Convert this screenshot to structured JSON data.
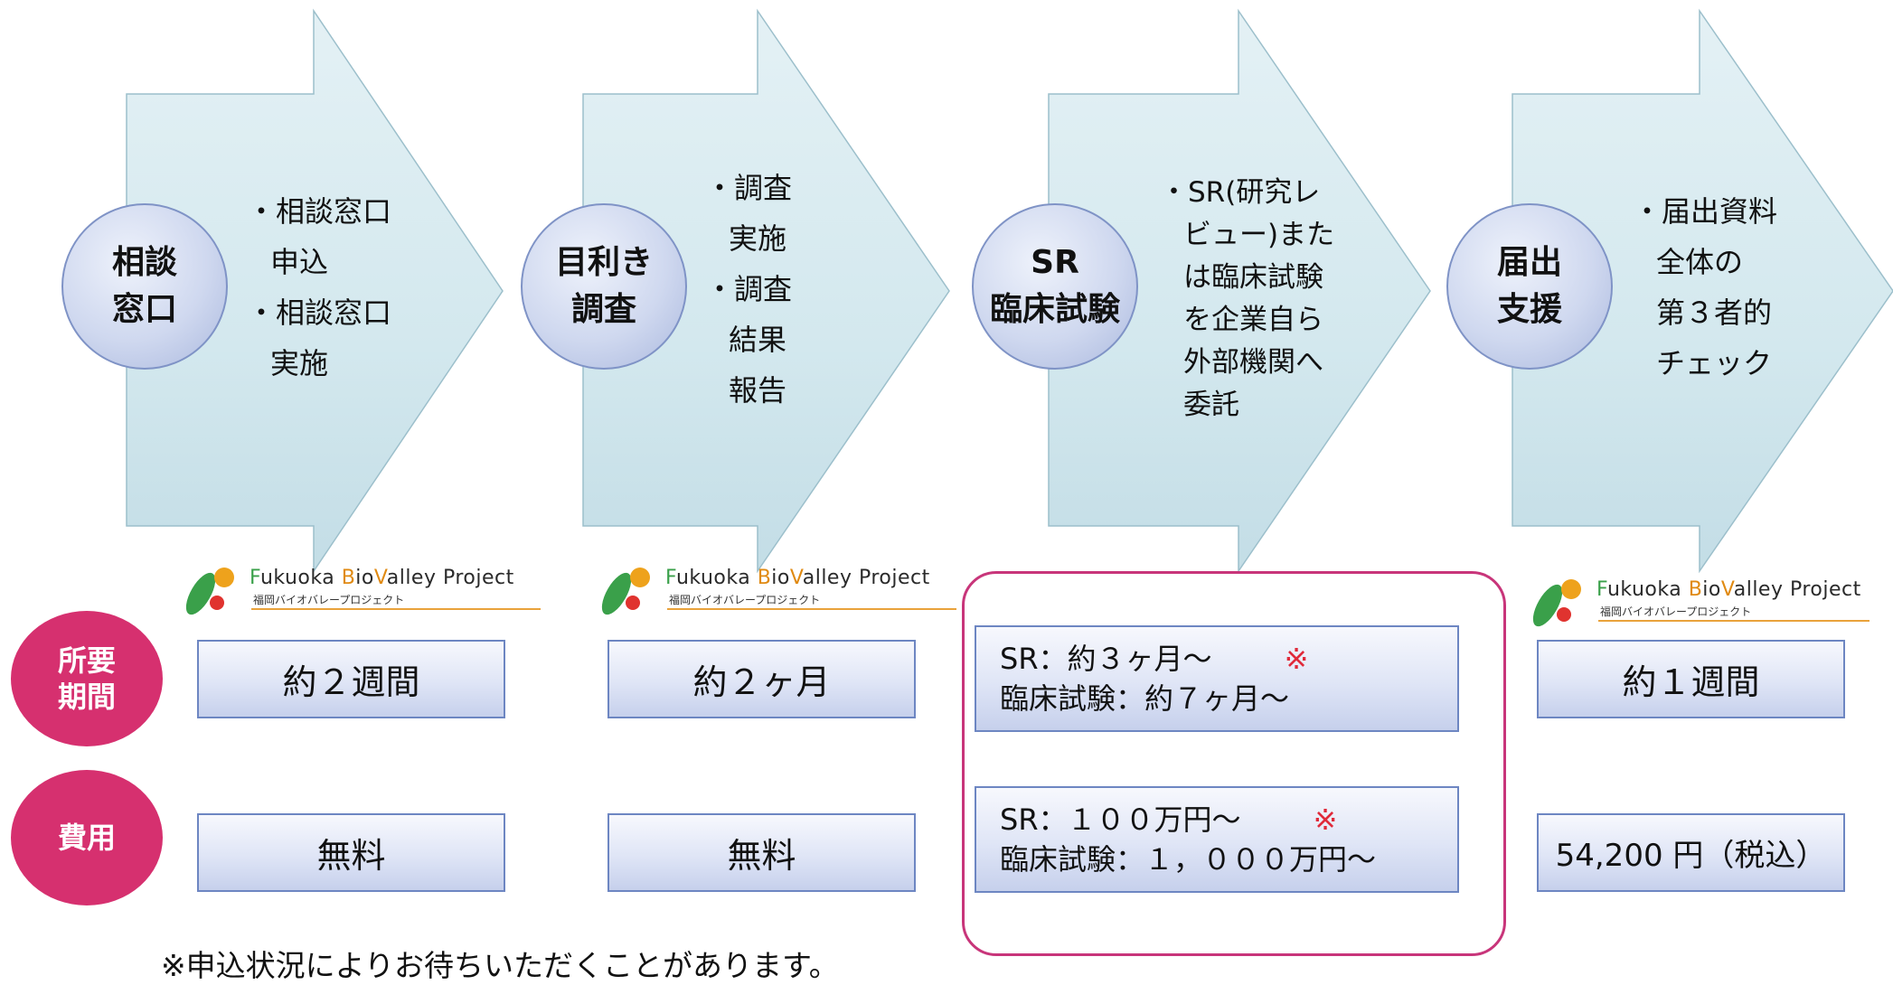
{
  "steps": [
    {
      "circle_lines": [
        "相談",
        "窓口"
      ],
      "bullets": [
        [
          "・相談窓口",
          "申込"
        ],
        [
          "・相談窓口",
          "実施"
        ]
      ]
    },
    {
      "circle_lines": [
        "目利き",
        "調査"
      ],
      "bullets": [
        [
          "・調査",
          "実施"
        ],
        [
          "・調査",
          "結果",
          "報告"
        ]
      ]
    },
    {
      "circle_lines": [
        "SR",
        "臨床試験"
      ],
      "bullets": [
        [
          "・SR(研究レ",
          "ビュー)また",
          "は臨床試験",
          "を企業自ら",
          "外部機関へ",
          "委託"
        ]
      ]
    },
    {
      "circle_lines": [
        "届出",
        "支援"
      ],
      "bullets": [
        [
          "・届出資料",
          "全体の",
          "第３者的",
          "チェック"
        ]
      ]
    }
  ],
  "logo": {
    "name_F": "F",
    "name_mid1": "ukuoka ",
    "name_B": "B",
    "name_mid2": "io",
    "name_V": "V",
    "name_tail": "alley Project",
    "sub": "福岡バイオバレープロジェクト"
  },
  "row_labels": {
    "period": [
      "所要",
      "期間"
    ],
    "cost": [
      "費用"
    ]
  },
  "period_values": {
    "s1": "約２週間",
    "s2": "約２ヶ月",
    "s3_line1": "SR：約３ヶ月～",
    "s3_line2": "臨床試験：約７ヶ月～",
    "s4": "約１週間"
  },
  "cost_values": {
    "s1": "無料",
    "s2": "無料",
    "s3_line1": "SR：１００万円～",
    "s3_line2": "臨床試験：１，０００万円～",
    "s4": "54,200 円（税込）"
  },
  "asterisk": "※",
  "footnote": "※申込状況によりお待ちいただくことがあります。",
  "colors": {
    "arrow_fill": "#d4e9ef",
    "circle_fill": "#cfd8ef",
    "accent_pink": "#d6306f",
    "box_border": "#6d86c2"
  }
}
